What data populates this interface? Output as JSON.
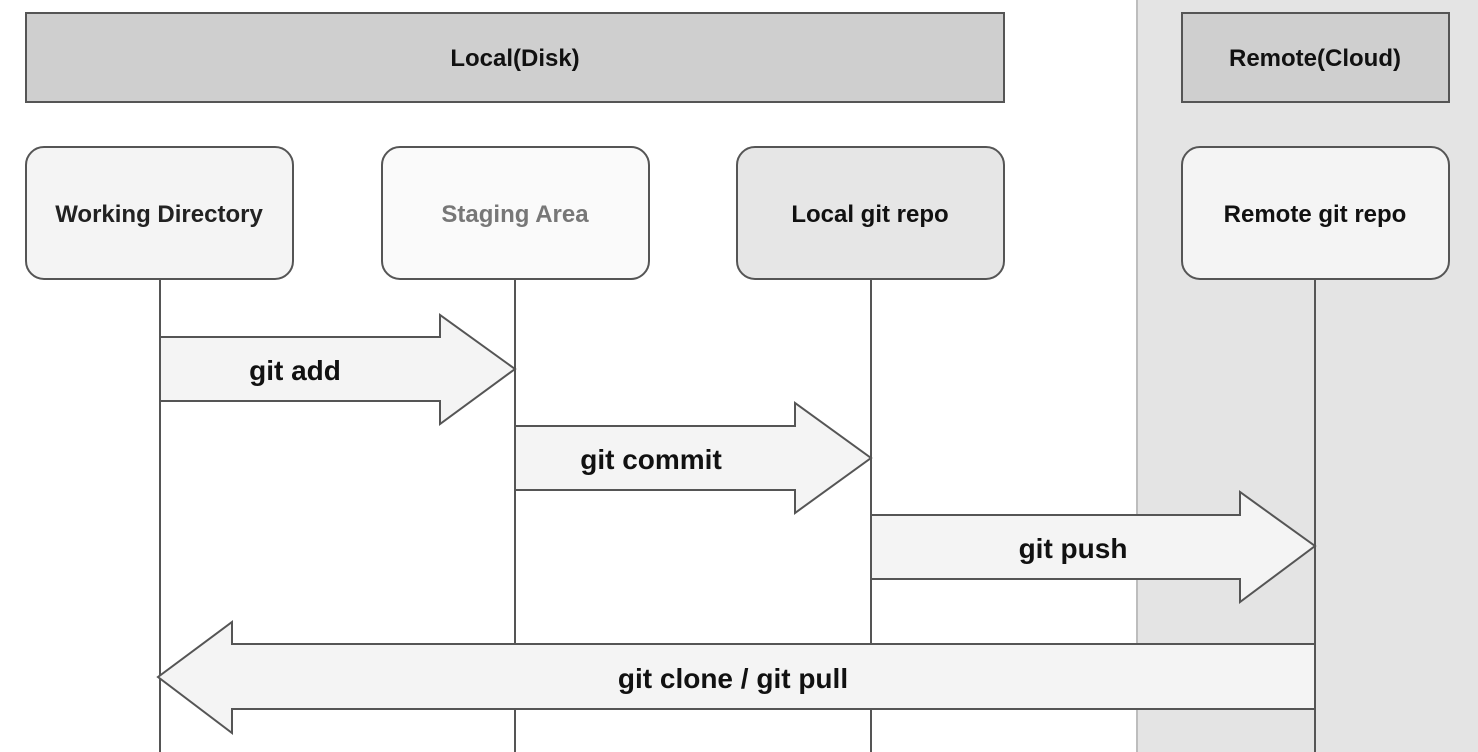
{
  "regions": {
    "local": {
      "label": "Local(Disk)"
    },
    "remote": {
      "label": "Remote(Cloud)"
    }
  },
  "nodes": [
    {
      "id": "working-directory",
      "label": "Working Directory"
    },
    {
      "id": "staging-area",
      "label": "Staging Area"
    },
    {
      "id": "local-git-repo",
      "label": "Local git repo"
    },
    {
      "id": "remote-git-repo",
      "label": "Remote git repo"
    }
  ],
  "arrows": [
    {
      "id": "git-add",
      "label": "git add",
      "from": "working-directory",
      "to": "staging-area"
    },
    {
      "id": "git-commit",
      "label": "git commit",
      "from": "staging-area",
      "to": "local-git-repo"
    },
    {
      "id": "git-push",
      "label": "git push",
      "from": "local-git-repo",
      "to": "remote-git-repo"
    },
    {
      "id": "git-clone-pull",
      "label": "git clone / git pull",
      "from": "remote-git-repo",
      "to": "working-directory"
    }
  ],
  "colors": {
    "header_fill": "#cfcfcf",
    "remote_panel": "#e4e4e4",
    "arrow_fill": "#f4f4f4",
    "stroke": "#555555",
    "text": "#111111"
  }
}
